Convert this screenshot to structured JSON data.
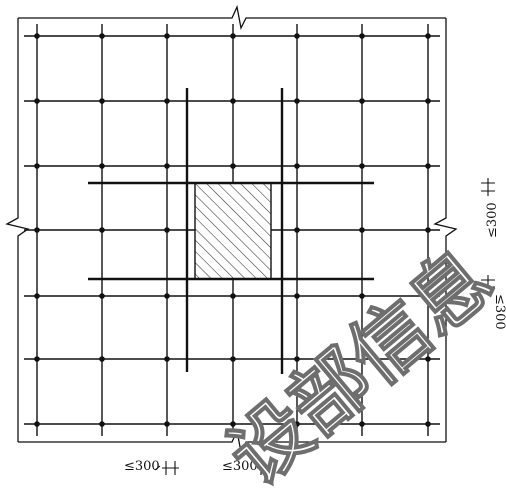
{
  "diagram": {
    "dimension_bottom_left": "≤300",
    "dimension_bottom_right": "≤300",
    "dimension_right_upper": "≤300",
    "dimension_right_lower": "≤300",
    "watermark": "设部信息"
  },
  "colors": {
    "line": "#111111",
    "hatch": "#333333",
    "background": "#ffffff",
    "watermark_outline": "#6e6e6e"
  }
}
